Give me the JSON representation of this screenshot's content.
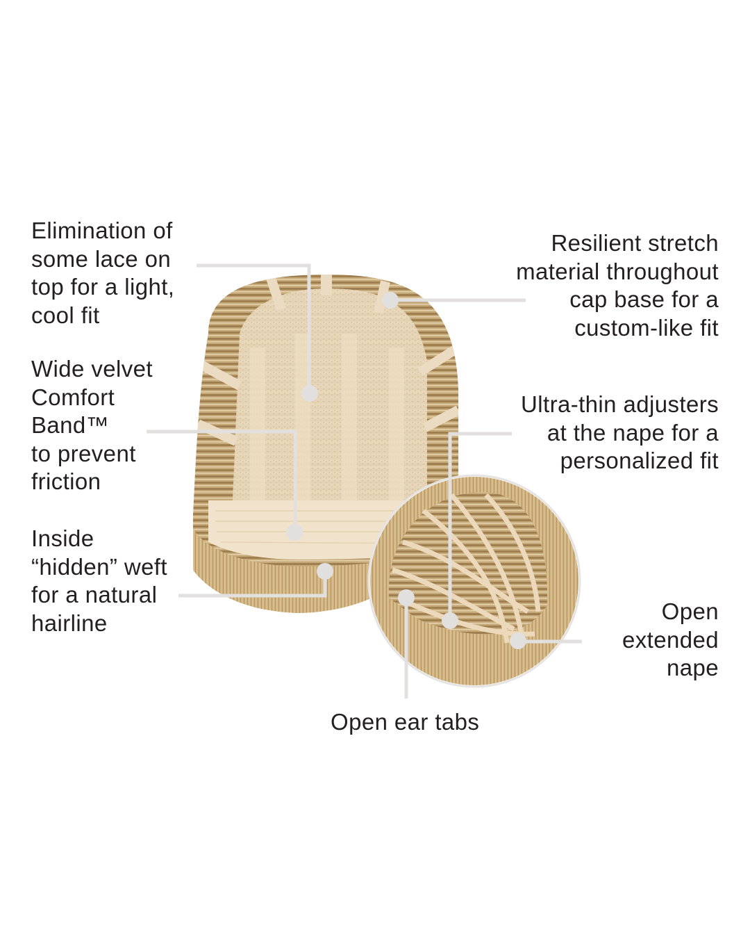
{
  "diagram": {
    "subject": "Wig cap construction",
    "colors": {
      "background": "#ffffff",
      "text": "#231f20",
      "callout_line": "#e2e0df",
      "callout_dot": "#e2e0df",
      "cap_lace": "#e8d6b9",
      "cap_weft_dark": "#a98a5c",
      "hair": "#cdb07c",
      "inset_ring": "#e6e4e3"
    },
    "callouts": [
      {
        "id": "lace-top",
        "text": "Elimination of\nsome lace on\ntop for a light,\ncool fit"
      },
      {
        "id": "stretch-material",
        "text": "Resilient stretch\nmaterial throughout\ncap base for a\ncustom-like fit"
      },
      {
        "id": "comfort-band",
        "text": "Wide velvet\nComfort\nBand™\nto prevent\nfriction"
      },
      {
        "id": "ultra-thin-adjusters",
        "text": "Ultra-thin adjusters\nat the nape for a\npersonalized fit"
      },
      {
        "id": "hidden-weft",
        "text": "Inside\n“hidden” weft\nfor a natural\nhairline"
      },
      {
        "id": "extended-nape",
        "text": "Open\nextended\nnape"
      },
      {
        "id": "ear-tabs",
        "text": "Open ear tabs"
      }
    ]
  }
}
